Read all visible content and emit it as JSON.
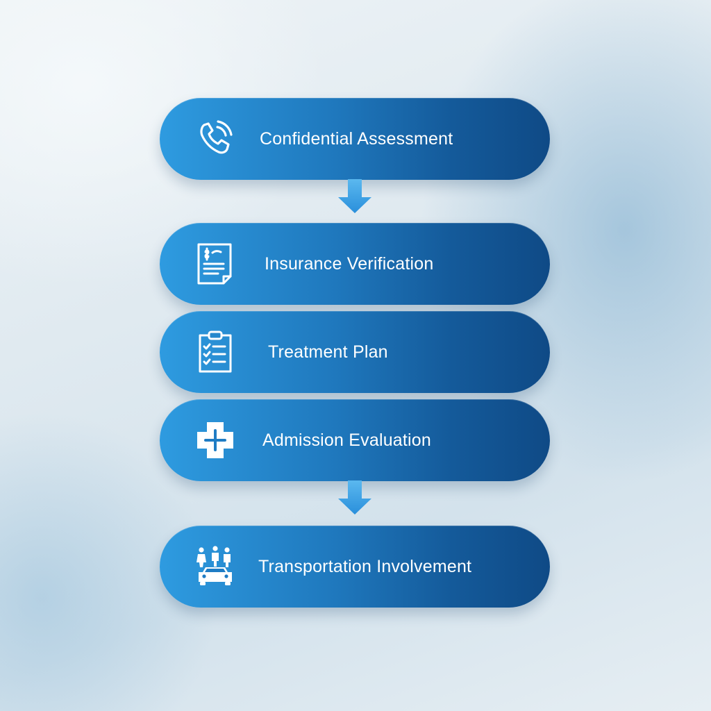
{
  "steps": [
    {
      "label": "Confidential Assessment",
      "icon": "phone-icon"
    },
    {
      "label": "Insurance Verification",
      "icon": "document-icon"
    },
    {
      "label": "Treatment Plan",
      "icon": "clipboard-checklist-icon"
    },
    {
      "label": "Admission Evaluation",
      "icon": "medical-cross-icon"
    },
    {
      "label": "Transportation Involvement",
      "icon": "people-car-icon"
    }
  ],
  "colors": {
    "step_gradient_start": "#2e9be0",
    "step_gradient_end": "#0f4a86",
    "arrow": "#2f9be6",
    "text": "#ffffff"
  }
}
